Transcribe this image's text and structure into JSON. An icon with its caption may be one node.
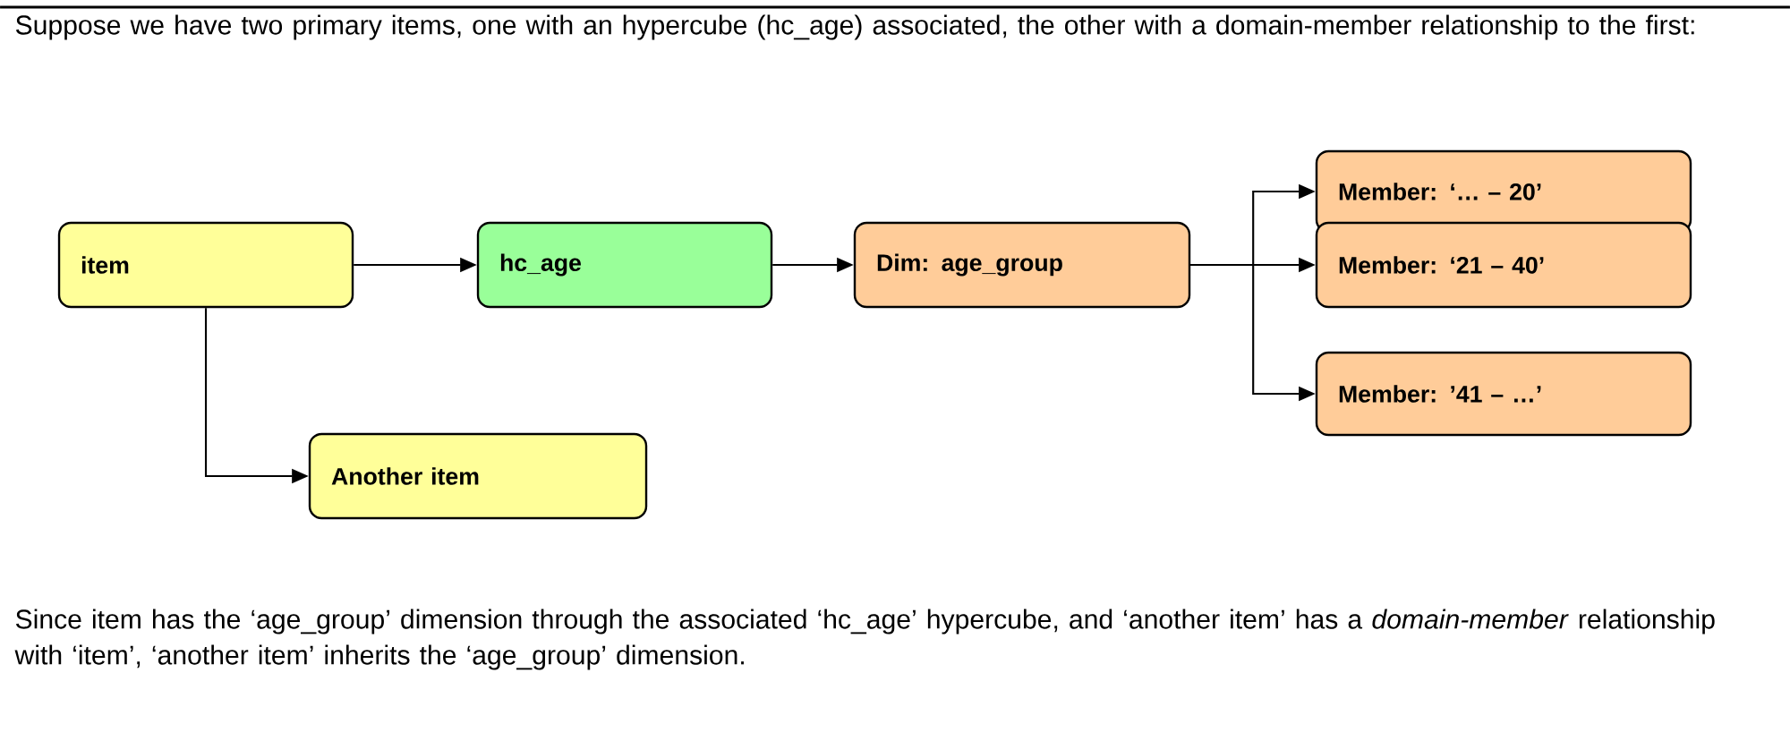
{
  "diagram": {
    "nodes": [
      {
        "text": [
          "item"
        ]
      },
      {
        "text": [
          "hc_age"
        ]
      },
      {
        "text": [
          "Dim: age_group"
        ]
      },
      {
        "text": [
          "Member: ‘… – 20’"
        ]
      },
      {
        "text": [
          "Member: ‘21 – 40’"
        ]
      },
      {
        "text": [
          "Member: ’41 – …’"
        ]
      },
      {
        "text": [
          "Another item"
        ]
      }
    ],
    "edges": [
      {
        "from": 0,
        "to": 1,
        "arrow": "to"
      },
      {
        "from": 1,
        "to": 2,
        "arrow": "to"
      },
      {
        "from": 2,
        "to": 3,
        "arrow": "to"
      },
      {
        "from": 2,
        "to": 4,
        "arrow": "to"
      },
      {
        "from": 2,
        "to": 5,
        "arrow": "to"
      },
      {
        "from": 0,
        "to": 6,
        "arrow": "to"
      }
    ],
    "labels": [
      "Suppose we have two primary items, one with an hypercube (hc_age) associated, the other with a domain-member relationship to the first:",
      "Since item has the ‘age_group’ dimension through the associated ‘hc_age’ hypercube, and ‘another item’ has a *domain-member* relationship with ‘item’, ‘another item’ inherits the ‘age_group’ dimension."
    ]
  }
}
